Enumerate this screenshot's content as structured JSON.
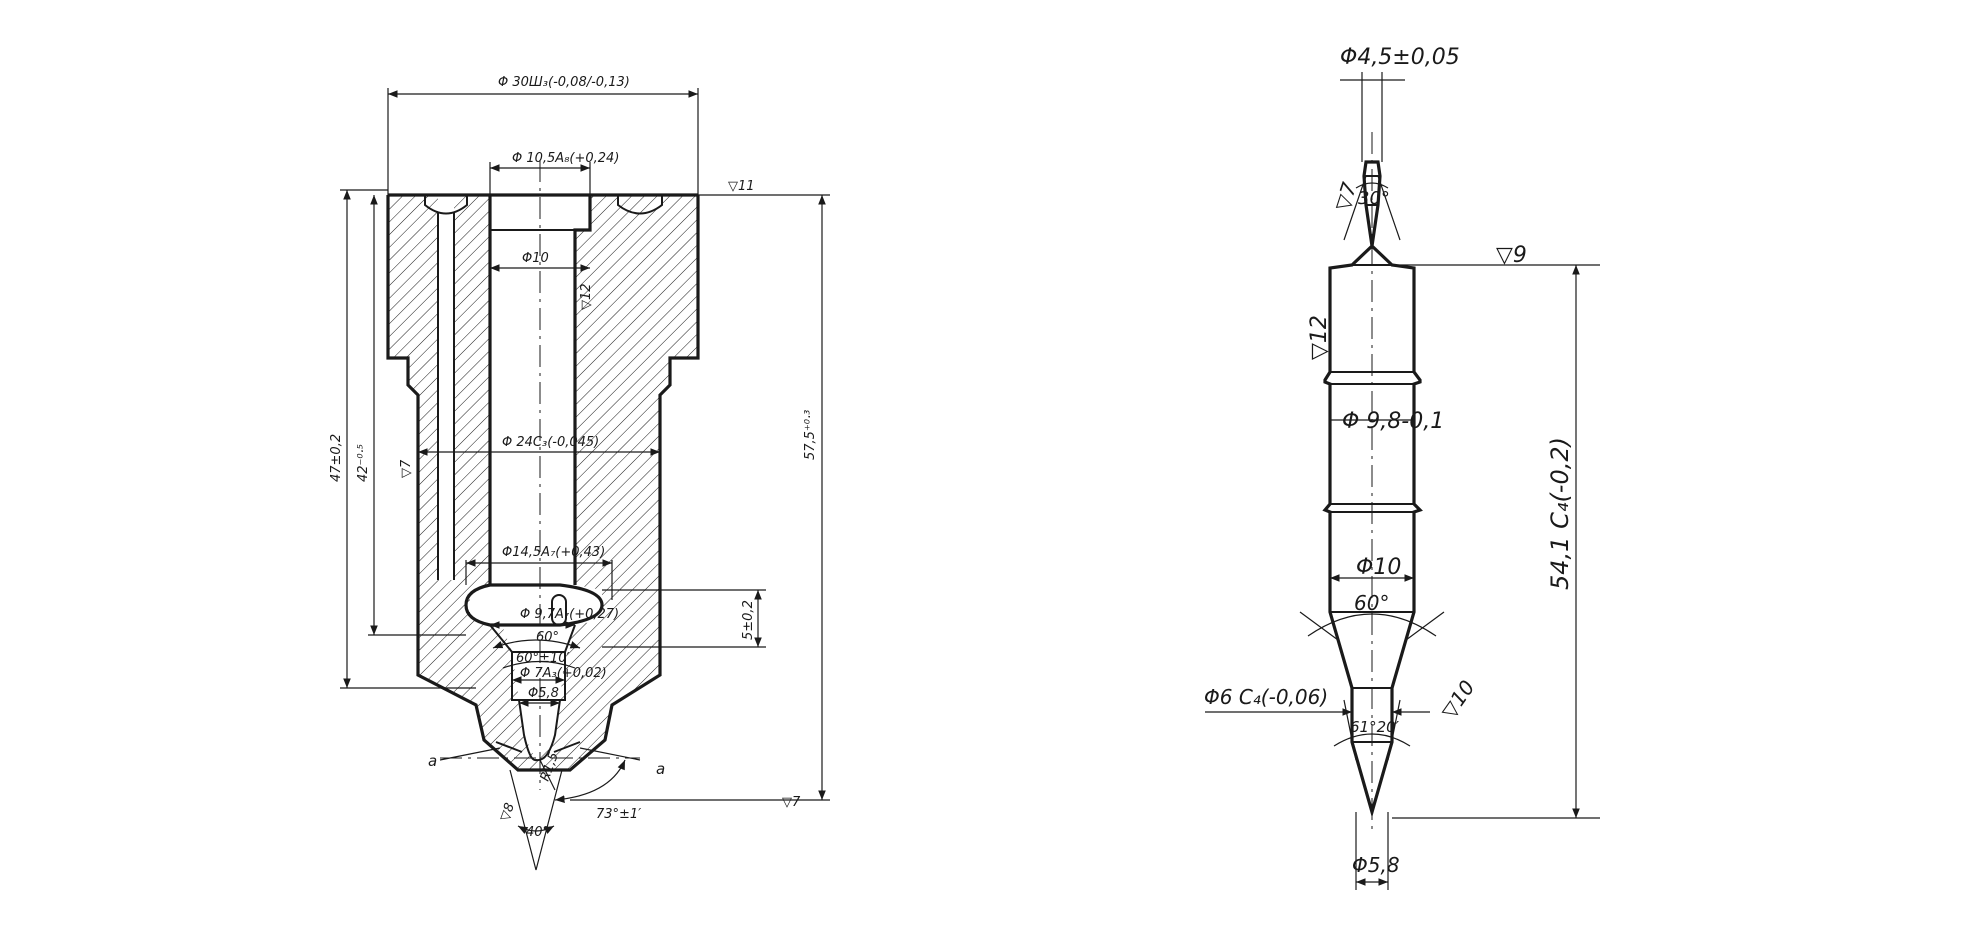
{
  "left_part": {
    "dims": {
      "outer_diameter": "Φ 30Ш₃(-0,08/-0,13)",
      "bore_top": "Φ 10,5А₈(+0,24)",
      "bore_inner": "Φ10",
      "body_diameter": "Φ 24С₃(-0,045)",
      "chamber_diameter": "Φ14,5А₇(+0,43)",
      "seat_diameter": "Φ 9,7А₇(+0,27)",
      "seat_angle": "60°",
      "cone_angle": "60°±10′",
      "guide_diameter": "Φ 7А₃(+0,02)",
      "nozzle_diameter": "Φ5,8",
      "tip_radius": "R1,5",
      "spray_angle": "40°",
      "tip_angle": "73°±1′",
      "height_total": "57,5⁺⁰·³",
      "height_47": "47±0,2",
      "height_42": "42⁻⁰·⁵",
      "chamber_height": "5±0,2"
    },
    "finish": {
      "top": "▽11",
      "bore": "▽12",
      "side": "▽7",
      "tip": "▽8",
      "bottom": "▽7"
    },
    "section": {
      "a_left": "а",
      "a_right": "а"
    }
  },
  "right_part": {
    "dims": {
      "top_diameter": "Φ4,5±0,05",
      "top_angle": "30°",
      "guide_diameter": "Φ 9,8-0,1",
      "body_diameter": "Φ10",
      "cone_angle": "60°",
      "stem_diameter": "Φ6 С₄(-0,06)",
      "tip_angle": "61°20′",
      "tip_diameter": "Φ5,8",
      "length": "54,1 С₄(-0,2)"
    },
    "finish": {
      "top": "▽7",
      "shoulder": "▽9",
      "body": "▽12",
      "tip": "▽10"
    }
  }
}
